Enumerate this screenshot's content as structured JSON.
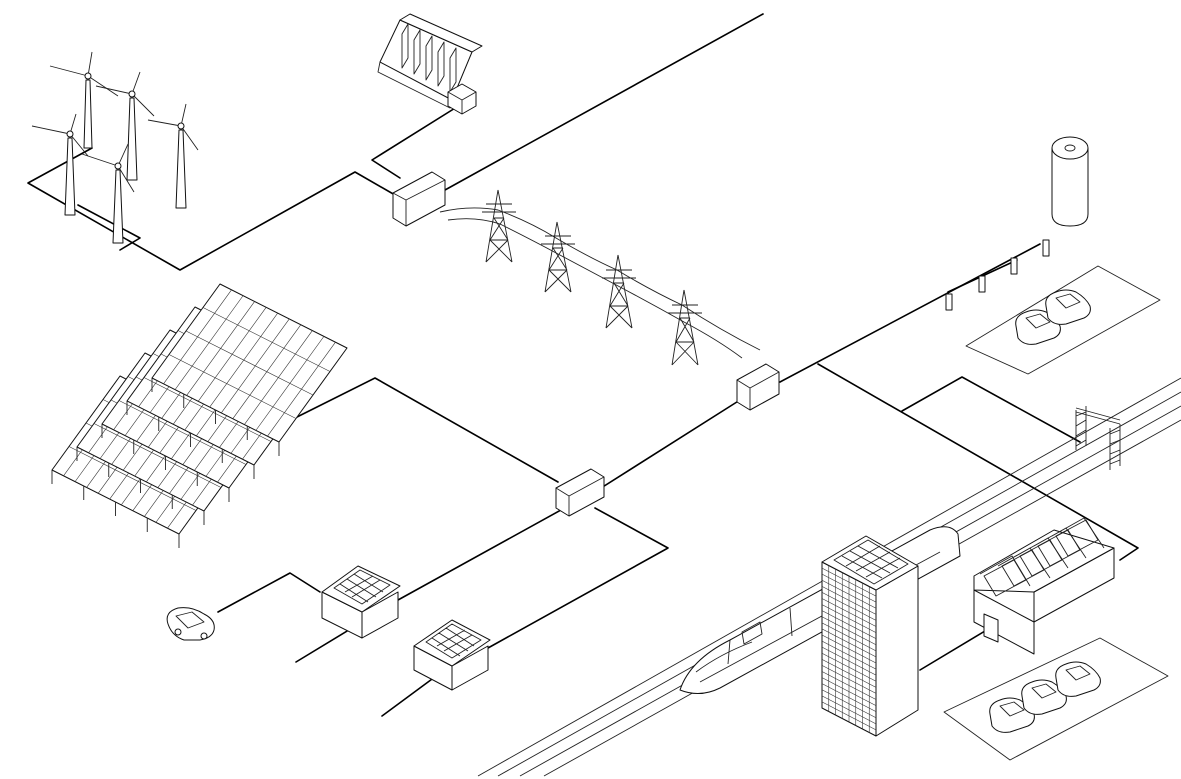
{
  "diagram": {
    "type": "isometric-energy-grid-illustration",
    "text_labels": [],
    "components": [
      "wind-farm",
      "hydro-dam",
      "transmission-towers",
      "substation-boxes",
      "battery-storage-tank",
      "ev-charging-parking",
      "solar-farm",
      "houses-with-solar-roofs",
      "electric-car",
      "office-tower-with-solar-roof",
      "high-speed-train",
      "catenary-masts",
      "factory-with-solar-roofs",
      "parking-lot-with-cars"
    ],
    "colors": {
      "stroke": "#000000",
      "background": "#ffffff"
    }
  }
}
